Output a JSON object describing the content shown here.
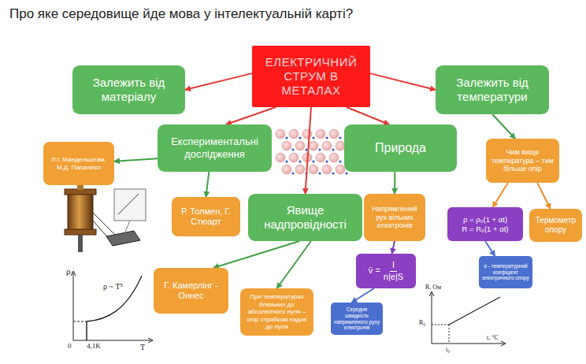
{
  "diagram": {
    "title": "Про яке середовище йде мова у інтелектуальній карті?",
    "nodes": [
      {
        "text": [
          "ЕЛЕКТРИЧНИЙ СТРУМ В МЕТАЛАХ"
        ]
      },
      {
        "text": [
          "Залежить від матеріалу"
        ]
      },
      {
        "text": [
          "Залежить від температури"
        ]
      },
      {
        "text": [
          "Експериментальні дослідження"
        ]
      },
      {
        "text": [
          "Природа"
        ]
      },
      {
        "text": [
          "Л.І. Мандельштам, М.Д. Папалексі"
        ]
      },
      {
        "text": [
          "Чим вище температура – тим більше опір"
        ]
      },
      {
        "text": [
          "Р. Толмен, Г. Стюарт"
        ]
      },
      {
        "text": [
          "Явище надпровідності"
        ]
      },
      {
        "text": [
          "Напрямлений рух вільних електронів"
        ]
      },
      {
        "text": [
          "ρ = ρ₀(1 + αt)",
          "R = R₀(1 + αt)"
        ]
      },
      {
        "text": [
          "Термометр опору"
        ]
      },
      {
        "text": [
          "Г. Камерлінг - Оннес"
        ]
      },
      {
        "text": [
          "При температурах близьких до абсолютного нуля – опір стрибком падає до нуля"
        ]
      },
      {
        "text": [
          "v̄ =",
          "I",
          "n|e|S"
        ]
      },
      {
        "text": [
          "α - температурний коефіцієнт електричного опору"
        ]
      },
      {
        "text": [
          "Середня швидкість напрямленого руху електронів"
        ]
      }
    ],
    "edges": [
      {
        "from": 0,
        "to": 1,
        "arrow": "to"
      },
      {
        "from": 0,
        "to": 2,
        "arrow": "to"
      },
      {
        "from": 0,
        "to": 3,
        "arrow": "to"
      },
      {
        "from": 0,
        "to": 4,
        "arrow": "to"
      },
      {
        "from": 0,
        "to": 8,
        "arrow": "to"
      },
      {
        "from": 3,
        "to": 5,
        "arrow": "to"
      },
      {
        "from": 3,
        "to": 7,
        "arrow": "to"
      },
      {
        "from": 2,
        "to": 6,
        "arrow": "to"
      },
      {
        "from": 4,
        "to": 9,
        "arrow": "to"
      },
      {
        "from": 8,
        "to": 12,
        "arrow": "to"
      },
      {
        "from": 8,
        "to": 13,
        "arrow": "to"
      },
      {
        "from": 6,
        "to": 10,
        "arrow": "to"
      },
      {
        "from": 6,
        "to": 11,
        "arrow": "to"
      },
      {
        "from": 9,
        "to": 14,
        "arrow": "to"
      },
      {
        "from": 10,
        "to": 15,
        "arrow": "to"
      },
      {
        "from": 14,
        "to": 16,
        "arrow": "to"
      }
    ],
    "labels": [
      "ρ",
      "ρ ~ T⁵",
      "0",
      "4,1K",
      "T",
      "R, Ом",
      "R₀",
      "t, °C",
      "t₀"
    ]
  }
}
